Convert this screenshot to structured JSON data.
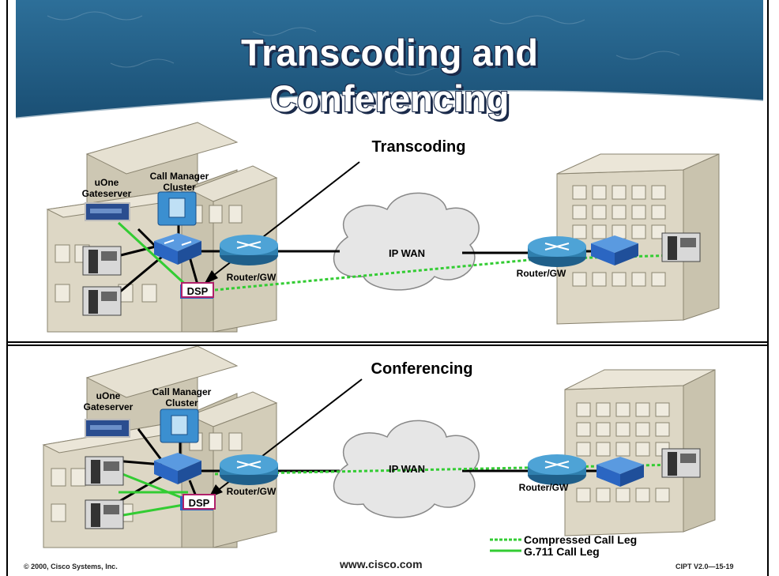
{
  "title_line1": "Transcoding and",
  "title_line2": "Conferencing",
  "top": {
    "label": "Transcoding",
    "uone_line1": "uOne",
    "uone_line2": "Gateserver",
    "ccm_line1": "Call Manager",
    "ccm_line2": "Cluster",
    "router_left": "Router/GW",
    "router_right": "Router/GW",
    "wan": "IP WAN",
    "dsp": "DSP"
  },
  "bottom": {
    "label": "Conferencing",
    "uone_line1": "uOne",
    "uone_line2": "Gateserver",
    "ccm_line1": "Call Manager",
    "ccm_line2": "Cluster",
    "router_left": "Router/GW",
    "router_right": "Router/GW",
    "wan": "IP WAN",
    "dsp": "DSP"
  },
  "legend": {
    "compressed": "Compressed Call Leg",
    "g711": "G.711 Call Leg",
    "compressed_color": "#33cc33",
    "g711_color": "#33cc33"
  },
  "footer": {
    "copyright": "© 2000, Cisco Systems, Inc.",
    "url": "www.cisco.com",
    "code": "CIPT V2.0—15-19"
  },
  "colors": {
    "banner": "#1f5f8a",
    "building": "#dcd6c4",
    "router": "#2f7fae",
    "switch": "#2b66c2"
  }
}
